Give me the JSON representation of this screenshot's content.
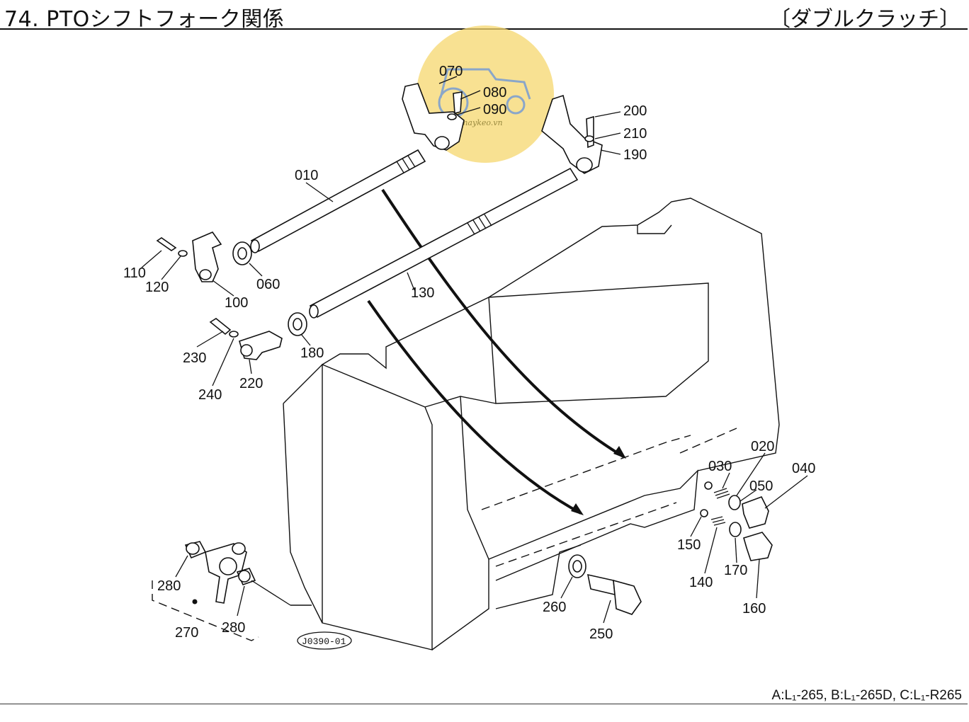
{
  "header": {
    "title": "74. PTOシフトフォーク関係",
    "variant": "〔ダブルクラッチ〕"
  },
  "footer": {
    "models": "A:L₁-265, B:L₁-265D, C:L₁-R265"
  },
  "diagram": {
    "code": "J0390-01",
    "watermark_text": "maykeo.vn",
    "part_labels": {
      "p010": "010",
      "p020": "020",
      "p030": "030",
      "p040": "040",
      "p050": "050",
      "p060": "060",
      "p070": "070",
      "p080": "080",
      "p090": "090",
      "p100": "100",
      "p110": "110",
      "p120": "120",
      "p130": "130",
      "p140": "140",
      "p150": "150",
      "p160": "160",
      "p170": "170",
      "p180": "180",
      "p190": "190",
      "p200": "200",
      "p210": "210",
      "p220": "220",
      "p230": "230",
      "p240": "240",
      "p250": "250",
      "p260": "260",
      "p270": "270",
      "p280a": "280",
      "p280b": "280"
    },
    "watermark_color": "#f5d76e"
  }
}
